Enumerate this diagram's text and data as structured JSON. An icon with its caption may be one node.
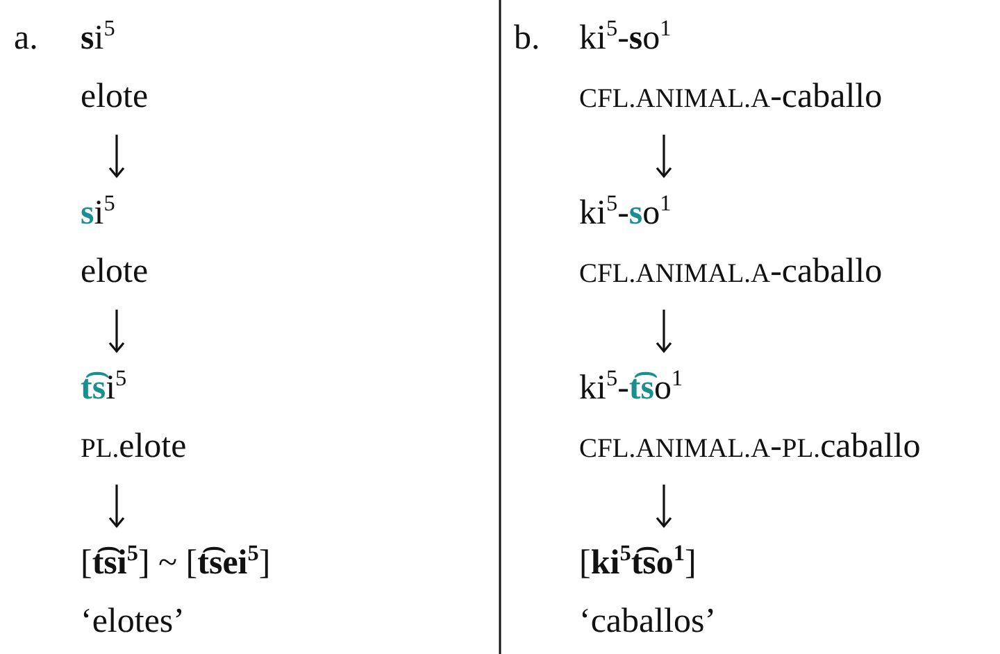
{
  "diagram": {
    "nodes": [
      {
        "text": [
          "**s**i$^{5}$",
          "elote"
        ]
      },
      {
        "text": [
          "**s**i$^{5}$",
          "elote"
        ]
      },
      {
        "text": [
          "**t͡s**i$^{5}$",
          "PL.elote"
        ]
      },
      {
        "text": [
          "[**t͡si$^{5}$**] ~ [**t͡sei$^{5}$**]",
          "‘elotes’"
        ]
      },
      {
        "text": [
          "ki$^{5}$-**s**o$^{1}$",
          "CFL.ANIMAL.A-caballo"
        ]
      },
      {
        "text": [
          "ki$^{5}$-**s**o$^{1}$",
          "CFL.ANIMAL.A-caballo"
        ]
      },
      {
        "text": [
          "ki$^{5}$-**t͡s**o$^{1}$",
          "CFL.ANIMAL.A-PL.caballo"
        ]
      },
      {
        "text": [
          "[**ki$^{5}$t͡so$^{1}$**]",
          "‘caballos’"
        ]
      }
    ],
    "edges": [
      {
        "from": 0,
        "to": 1,
        "arrow": "to"
      },
      {
        "from": 1,
        "to": 2,
        "arrow": "to"
      },
      {
        "from": 2,
        "to": 3,
        "arrow": "to"
      },
      {
        "from": 4,
        "to": 5,
        "arrow": "to"
      },
      {
        "from": 5,
        "to": 6,
        "arrow": "to"
      },
      {
        "from": 6,
        "to": 7,
        "arrow": "to"
      }
    ],
    "labels": [
      "a.",
      "b."
    ]
  }
}
